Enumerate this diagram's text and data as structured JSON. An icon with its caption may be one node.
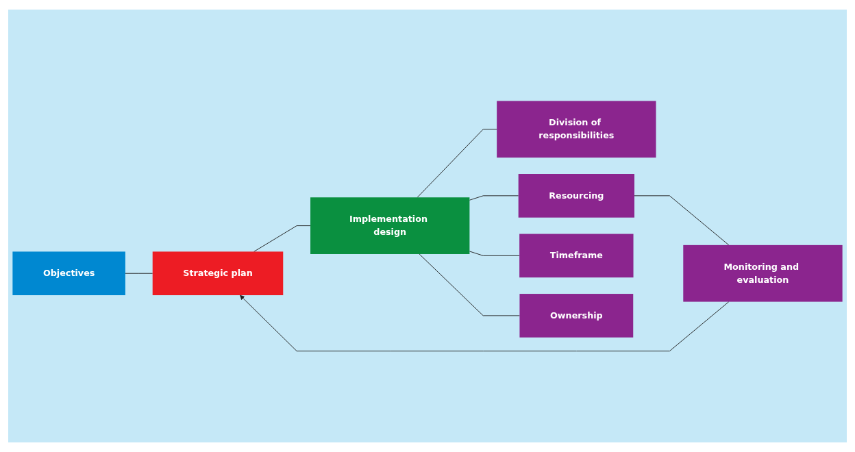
{
  "diagram": {
    "nodes": [
      {
        "text": [
          "Objectives"
        ]
      },
      {
        "text": [
          "Strategic plan"
        ]
      },
      {
        "text": [
          "Implementation design"
        ]
      },
      {
        "text": [
          "Division of responsibilities"
        ]
      },
      {
        "text": [
          "Resourcing"
        ]
      },
      {
        "text": [
          "Timeframe"
        ]
      },
      {
        "text": [
          "Ownership"
        ]
      },
      {
        "text": [
          "Monitoring and evaluation"
        ]
      }
    ],
    "edges": [
      {
        "from": 0,
        "to": 1,
        "arrow": "none"
      },
      {
        "from": 1,
        "to": 2,
        "arrow": "none"
      },
      {
        "from": 2,
        "to": 3,
        "arrow": "none"
      },
      {
        "from": 2,
        "to": 4,
        "arrow": "none"
      },
      {
        "from": 2,
        "to": 5,
        "arrow": "none"
      },
      {
        "from": 2,
        "to": 6,
        "arrow": "none"
      },
      {
        "from": 4,
        "to": 7,
        "arrow": "none"
      },
      {
        "from": 7,
        "to": 1,
        "arrow": "to"
      }
    ]
  }
}
